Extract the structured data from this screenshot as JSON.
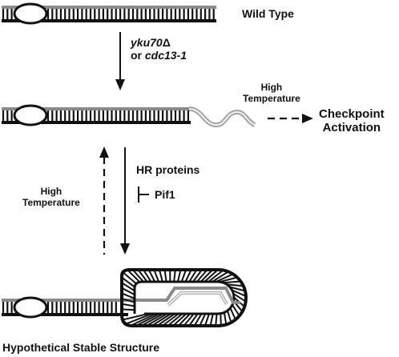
{
  "labels": {
    "wild_type": "Wild Type",
    "mutation_line1_gene": "yku70",
    "mutation_line1_delta": "Δ",
    "mutation_line2_prefix": "or ",
    "mutation_line2_gene": "cdc13-1",
    "high_temp_right_line1": "High",
    "high_temp_right_line2": "Temperature",
    "checkpoint_line1": "Checkpoint",
    "checkpoint_line2": "Activation",
    "hr_proteins": "HR proteins",
    "pif1": "Pif1",
    "high_temp_left_line1": "High",
    "high_temp_left_line2": "Temperature",
    "stable_structure": "Hypothetical Stable Structure"
  },
  "colors": {
    "strand_dark": "#111111",
    "strand_grey": "#8a8a8a",
    "overhang_grey": "#a8a8a8",
    "text": "#111111"
  }
}
